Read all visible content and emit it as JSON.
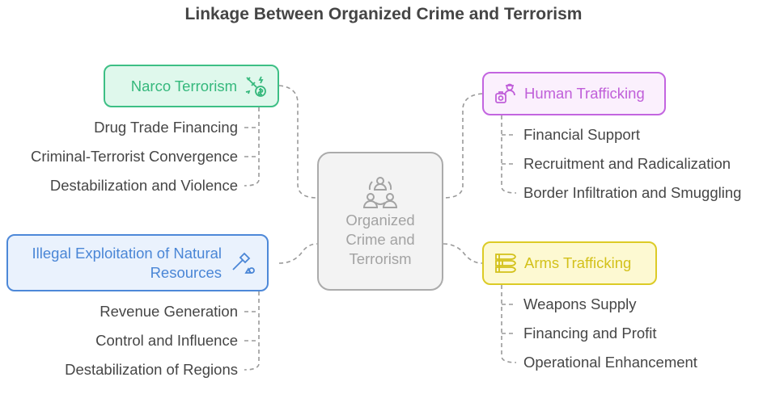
{
  "title": "Linkage Between Organized Crime and Terrorism",
  "center": {
    "line1": "Organized",
    "line2": "Crime and",
    "line3": "Terrorism",
    "icon": "group-network-icon"
  },
  "colors": {
    "narco": "#3dbf85",
    "human": "#c365e0",
    "illegal": "#4d88d8",
    "arms": "#dccb26",
    "center": "#ababab"
  },
  "branches": {
    "narco": {
      "label": "Narco Terrorism",
      "icon": "drug-money-icon",
      "items": [
        "Drug Trade Financing",
        "Criminal-Terrorist Convergence",
        "Destabilization and Violence"
      ]
    },
    "human": {
      "label": "Human Trafficking",
      "icon": "person-luggage-icon",
      "items": [
        "Financial Support",
        "Recruitment and Radicalization",
        "Border Infiltration and Smuggling"
      ]
    },
    "illegal": {
      "label_line1": "Illegal Exploitation of Natural",
      "label_line2": "Resources",
      "icon": "axe-resources-icon",
      "items": [
        "Revenue Generation",
        "Control and Influence",
        "Destabilization of Regions"
      ]
    },
    "arms": {
      "label": "Arms Trafficking",
      "icon": "bullets-icon",
      "items": [
        "Weapons Supply",
        "Financing and Profit",
        "Operational Enhancement"
      ]
    }
  }
}
